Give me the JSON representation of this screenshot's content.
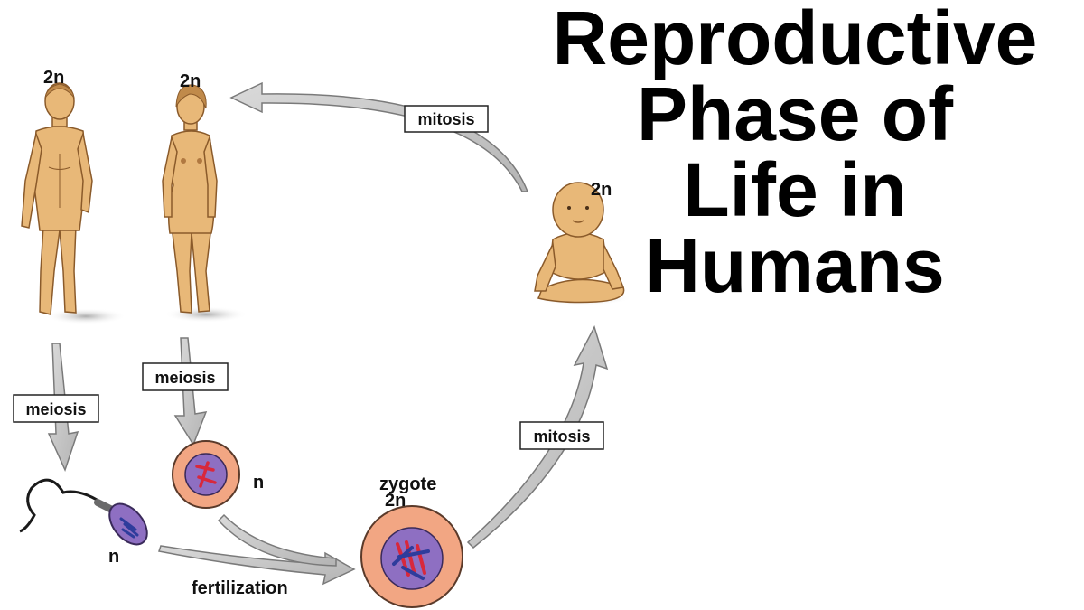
{
  "title": {
    "lines": [
      "Reproductive",
      "Phase of",
      "Life in",
      "Humans"
    ]
  },
  "labels": {
    "male_ploidy": "2n",
    "female_ploidy": "2n",
    "baby_ploidy": "2n",
    "sperm_ploidy": "n",
    "egg_ploidy": "n",
    "zygote_name": "zygote",
    "zygote_ploidy": "2n"
  },
  "processes": {
    "mitosis_top": "mitosis",
    "mitosis_right": "mitosis",
    "meiosis_male": "meiosis",
    "meiosis_female": "meiosis",
    "fertilization": "fertilization"
  },
  "colors": {
    "skin": "#E8B878",
    "skin_outline": "#8A5A2A",
    "arrow_fill": "#C9C9C9",
    "arrow_stroke": "#7A7A7A",
    "cell_outer": "#F2A683",
    "cell_inner": "#8E6FC2",
    "chromosome_red": "#D8283C",
    "chromosome_blue": "#2E3C9C"
  }
}
